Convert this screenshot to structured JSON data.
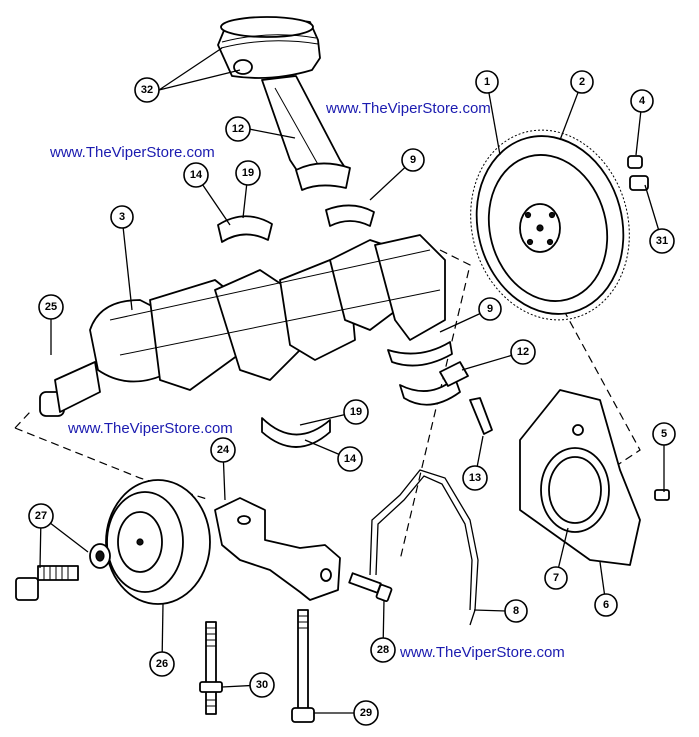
{
  "watermark": "www.TheViperStore.com",
  "callouts": {
    "c1": "1",
    "c2": "2",
    "c3": "3",
    "c4": "4",
    "c5": "5",
    "c6": "6",
    "c7": "7",
    "c8": "8",
    "c9a": "9",
    "c9b": "9",
    "c12a": "12",
    "c12b": "12",
    "c13": "13",
    "c14a": "14",
    "c14b": "14",
    "c19a": "19",
    "c19b": "19",
    "c24": "24",
    "c25": "25",
    "c26": "26",
    "c27": "27",
    "c28": "28",
    "c29": "29",
    "c30": "30",
    "c31": "31",
    "c32": "32"
  }
}
